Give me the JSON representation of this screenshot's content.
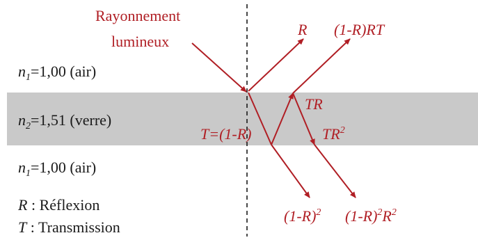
{
  "colors": {
    "ray": "#b01e24",
    "glass": "#c9c9c9",
    "text": "#1a1a1a"
  },
  "title": {
    "line1": "Rayonnement",
    "line2": "lumineux"
  },
  "media": {
    "top": {
      "sym": "n",
      "sub": "1",
      "value": "=1,00 (air)"
    },
    "middle": {
      "sym": "n",
      "sub": "2",
      "value": "=1,51 (verre)"
    },
    "bottom": {
      "sym": "n",
      "sub": "1",
      "value": "=1,00 (air)"
    }
  },
  "rays": {
    "R": "R",
    "one_minus_R_RT": "(1-R)RT",
    "TR": "TR",
    "TR2_base": "TR",
    "TR2_exp": "2",
    "T_eq": "T=(1-R)",
    "out1_base": "(1-R)",
    "out1_exp": "2",
    "out2_base": "(1-R)",
    "out2_exp1": "2",
    "out2_mid": "R",
    "out2_exp2": "2"
  },
  "legend": {
    "R_sym": "R",
    "R_text": " : Réflexion",
    "T_sym": "T",
    "T_text": " : Transmission"
  }
}
